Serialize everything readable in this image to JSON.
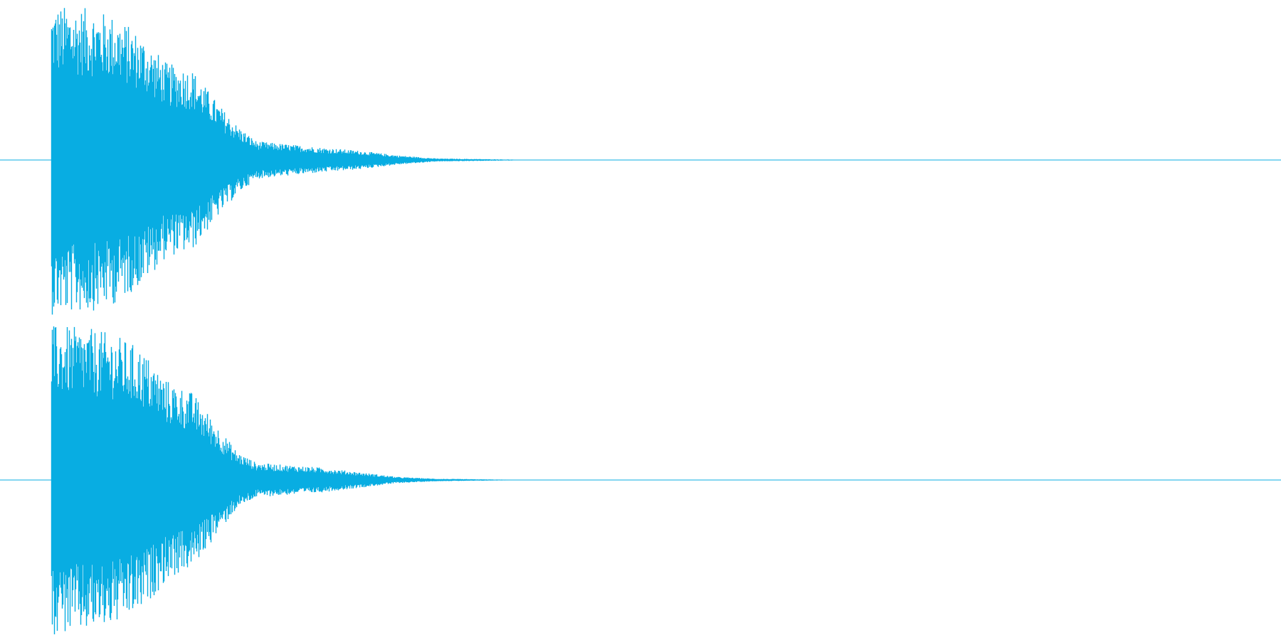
{
  "chart_data": {
    "type": "area",
    "title": "",
    "xlabel": "",
    "ylabel": "",
    "color": "#09ade2",
    "x_unit": "relative_time",
    "duration": 1.0,
    "onset": 0.04,
    "decay_end": 0.4,
    "grid": false,
    "legend": "none",
    "series": [
      {
        "channel": "top",
        "ylim": [
          -1,
          1
        ],
        "envelope": [
          {
            "t": 0.04,
            "peak": 0.99
          },
          {
            "t": 0.07,
            "peak": 0.97
          },
          {
            "t": 0.09,
            "peak": 0.92
          },
          {
            "t": 0.11,
            "peak": 0.8
          },
          {
            "t": 0.13,
            "peak": 0.62
          },
          {
            "t": 0.15,
            "peak": 0.58
          },
          {
            "t": 0.17,
            "peak": 0.36
          },
          {
            "t": 0.185,
            "peak": 0.22
          },
          {
            "t": 0.2,
            "peak": 0.12
          },
          {
            "t": 0.25,
            "peak": 0.08
          },
          {
            "t": 0.28,
            "peak": 0.06
          },
          {
            "t": 0.31,
            "peak": 0.03
          },
          {
            "t": 0.34,
            "peak": 0.01
          },
          {
            "t": 0.4,
            "peak": 0.003
          }
        ]
      },
      {
        "channel": "bottom",
        "ylim": [
          -1,
          1
        ],
        "envelope": [
          {
            "t": 0.04,
            "peak": 0.99
          },
          {
            "t": 0.07,
            "peak": 0.97
          },
          {
            "t": 0.09,
            "peak": 0.93
          },
          {
            "t": 0.11,
            "peak": 0.84
          },
          {
            "t": 0.13,
            "peak": 0.64
          },
          {
            "t": 0.15,
            "peak": 0.56
          },
          {
            "t": 0.17,
            "peak": 0.34
          },
          {
            "t": 0.185,
            "peak": 0.18
          },
          {
            "t": 0.2,
            "peak": 0.11
          },
          {
            "t": 0.25,
            "peak": 0.08
          },
          {
            "t": 0.28,
            "peak": 0.05
          },
          {
            "t": 0.31,
            "peak": 0.02
          },
          {
            "t": 0.34,
            "peak": 0.008
          },
          {
            "t": 0.4,
            "peak": 0.002
          }
        ]
      }
    ]
  }
}
